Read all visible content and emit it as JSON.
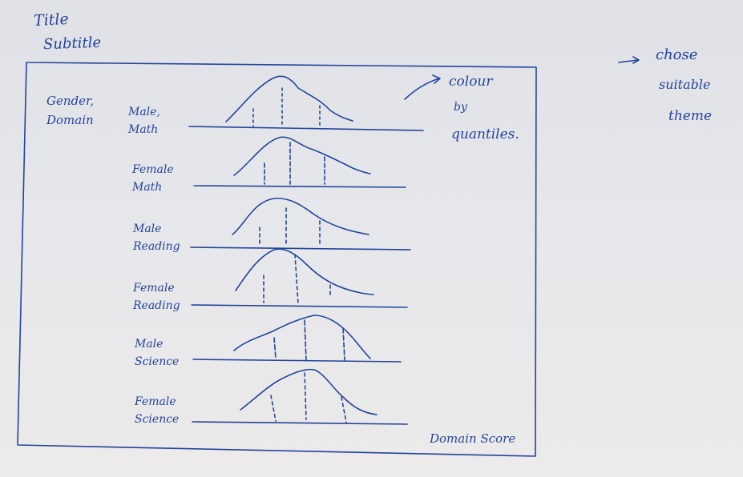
{
  "sketch": {
    "title": "Title",
    "subtitle": "Subtitle",
    "side_note": [
      "chose",
      "suitable",
      "theme"
    ],
    "colour_note": [
      "colour",
      "by",
      "quantiles."
    ],
    "facet_header": [
      "Gender,",
      "Domain"
    ],
    "x_axis_label": "Domain Score",
    "rows": [
      {
        "label": [
          "Male,",
          "Math"
        ]
      },
      {
        "label": [
          "Female",
          "Math"
        ]
      },
      {
        "label": [
          "Male",
          "Reading"
        ]
      },
      {
        "label": [
          "Female",
          "Reading"
        ]
      },
      {
        "label": [
          "Male",
          "Science"
        ]
      },
      {
        "label": [
          "Female",
          "Science"
        ]
      }
    ]
  },
  "ink_color": "#23449a"
}
